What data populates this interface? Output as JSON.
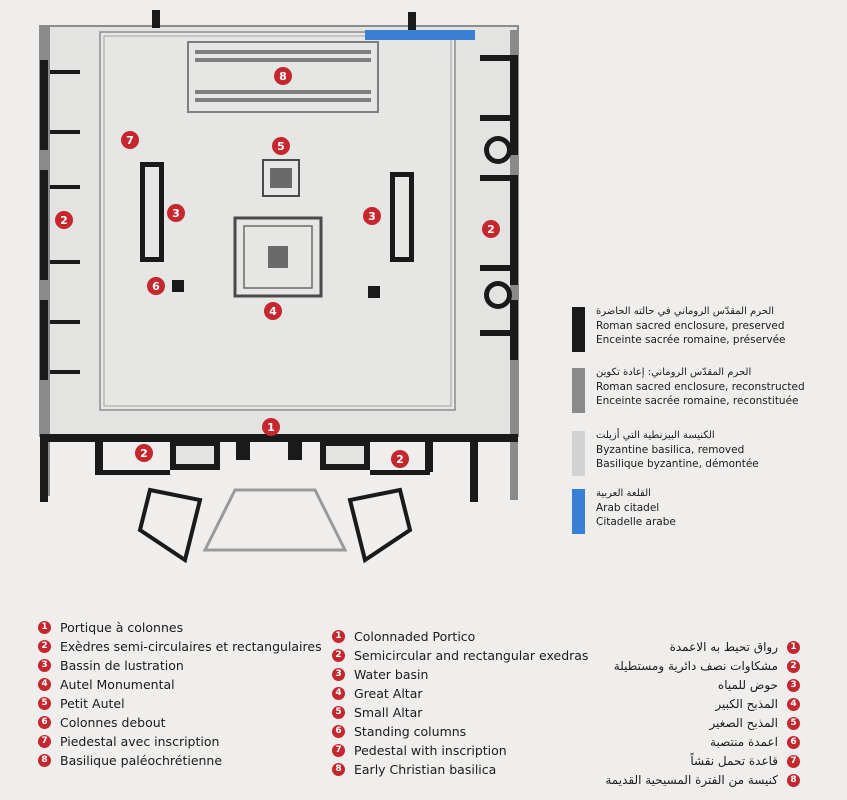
{
  "plan": {
    "markers": [
      {
        "n": "8"
      },
      {
        "n": "7"
      },
      {
        "n": "5"
      },
      {
        "n": "3"
      },
      {
        "n": "3"
      },
      {
        "n": "2"
      },
      {
        "n": "2"
      },
      {
        "n": "6"
      },
      {
        "n": "4"
      },
      {
        "n": "1"
      },
      {
        "n": "2"
      },
      {
        "n": "2"
      }
    ]
  },
  "legend": [
    {
      "swatch": "#1a1a1a",
      "ar": "الحرم المقدّس الروماني في حالته الحاضرة",
      "en": "Roman sacred enclosure, preserved",
      "fr": "Enceinte sacrée romaine, préservée"
    },
    {
      "swatch": "#8a8a8a",
      "ar": "الحرم المقدّس الروماني: إعادة تكوين",
      "en": "Roman sacred enclosure, reconstructed",
      "fr": "Enceinte sacrée romaine, reconstituée"
    },
    {
      "swatch": "#d2d2d2",
      "ar": "الكنيسة البيزنطية التي أزيلت",
      "en": "Byzantine basilica, removed",
      "fr": "Basilique byzantine, démontée"
    },
    {
      "swatch": "#3a7fd6",
      "ar": "القلعة العربية",
      "en": "Arab citadel",
      "fr": "Citadelle arabe"
    }
  ],
  "key_fr": [
    {
      "n": "1",
      "label": "Portique à colonnes"
    },
    {
      "n": "2",
      "label": "Exèdres semi-circulaires et rectangulaires"
    },
    {
      "n": "3",
      "label": "Bassin de lustration"
    },
    {
      "n": "4",
      "label": "Autel Monumental"
    },
    {
      "n": "5",
      "label": "Petit Autel"
    },
    {
      "n": "6",
      "label": "Colonnes debout"
    },
    {
      "n": "7",
      "label": "Piedestal avec inscription"
    },
    {
      "n": "8",
      "label": "Basilique paléochrétienne"
    }
  ],
  "key_en": [
    {
      "n": "1",
      "label": "Colonnaded Portico"
    },
    {
      "n": "2",
      "label": "Semicircular and rectangular exedras"
    },
    {
      "n": "3",
      "label": "Water basin"
    },
    {
      "n": "4",
      "label": "Great Altar"
    },
    {
      "n": "5",
      "label": "Small Altar"
    },
    {
      "n": "6",
      "label": "Standing columns"
    },
    {
      "n": "7",
      "label": "Pedestal with inscription"
    },
    {
      "n": "8",
      "label": "Early Christian basilica"
    }
  ],
  "key_ar": [
    {
      "n": "1",
      "label": "رواق تحيط به الاعمدة"
    },
    {
      "n": "2",
      "label": "مشكاوات نصف دائرية ومستطيلة"
    },
    {
      "n": "3",
      "label": "حوض للمياه"
    },
    {
      "n": "4",
      "label": "المذبح الكبير"
    },
    {
      "n": "5",
      "label": "المذبح الصغير"
    },
    {
      "n": "6",
      "label": "اعمدة منتصبة"
    },
    {
      "n": "7",
      "label": "قاعدة تحمل نقشاً"
    },
    {
      "n": "8",
      "label": "كنيسة من الفترة المسيحية القديمة"
    }
  ]
}
